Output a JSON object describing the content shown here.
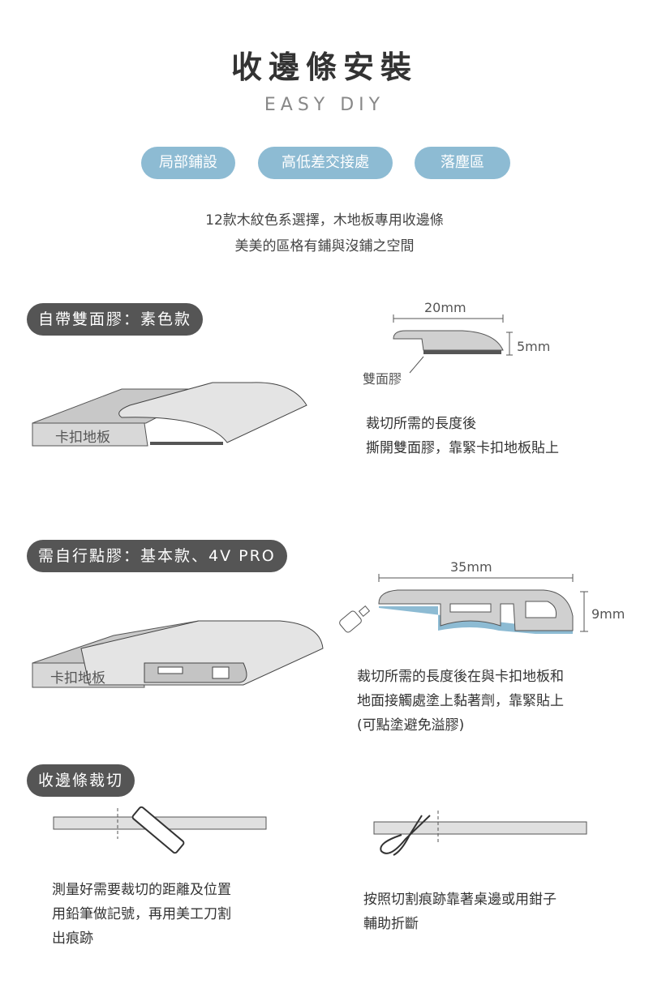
{
  "header": {
    "title": "收邊條安裝",
    "subtitle": "EASY DIY"
  },
  "categories": [
    "局部鋪設",
    "高低差交接處",
    "落塵區"
  ],
  "intro": [
    "12款木紋色系選擇，木地板專用收邊條",
    "美美的區格有鋪與沒鋪之空間"
  ],
  "section1": {
    "tag": "自帶雙面膠：素色款",
    "floor_label": "卡扣地板",
    "width": "20mm",
    "height": "5mm",
    "tape_label": "雙面膠",
    "desc": [
      "裁切所需的長度後",
      "撕開雙面膠，靠緊卡扣地板貼上"
    ]
  },
  "section2": {
    "tag": "需自行點膠：基本款、4V PRO",
    "floor_label": "卡扣地板",
    "width": "35mm",
    "height": "9mm",
    "desc": [
      "裁切所需的長度後在與卡扣地板和",
      "地面接觸處塗上黏著劑，靠緊貼上",
      "(可點塗避免溢膠)"
    ]
  },
  "section3": {
    "tag": "收邊條裁切",
    "left_desc": [
      "測量好需要裁切的距離及位置",
      "用鉛筆做記號，再用美工刀割",
      "出痕跡"
    ],
    "right_desc": [
      "按照切割痕跡靠著桌邊或用鉗子",
      "輔助折斷"
    ]
  },
  "colors": {
    "accent": "#8dbbd3",
    "tag": "#555555",
    "glue": "#8dbbd3"
  }
}
